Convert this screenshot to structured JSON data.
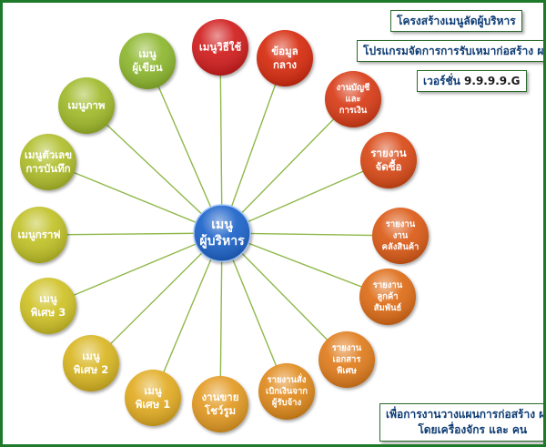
{
  "header": {
    "title": "โครงสร้างเมนูลัดผู้บริหาร",
    "program": "โปรแกรมจัดการการรับเหมาก่อสร้าง ผลิต",
    "version_label": "เวอร์ชั่น",
    "version_number": "9.9.9.9.G"
  },
  "footer": {
    "line1": "เพื่อการงานวางแผนการก่อสร้าง ผลิต",
    "line2": "โดยเครื่องจักร และ คน"
  },
  "hub": {
    "lines": [
      "เมนู",
      "ผู้บริหาร"
    ],
    "color": "#1f63c9"
  },
  "nodes": [
    {
      "id": "menu-how-to",
      "lines": [
        "เมนูวิธีใช้"
      ],
      "color": "#d11c1c"
    },
    {
      "id": "central-data",
      "lines": [
        "ข้อมูล",
        "กลาง"
      ],
      "color": "#d62a10"
    },
    {
      "id": "accounting-finance",
      "lines": [
        "งานบัญชี",
        "และ",
        "การเงิน"
      ],
      "color": "#d83a12"
    },
    {
      "id": "purchase-report",
      "lines": [
        "รายงาน",
        "จัดซื้อ"
      ],
      "color": "#d94a14"
    },
    {
      "id": "inventory-report",
      "lines": [
        "รายงาน",
        "งาน",
        "คลังสินค้า"
      ],
      "color": "#db5a16"
    },
    {
      "id": "customer-report",
      "lines": [
        "รายงาน",
        "ลูกค้า",
        "สัมพันธ์"
      ],
      "color": "#de6c18"
    },
    {
      "id": "special-docs-report",
      "lines": [
        "รายงาน",
        "เอกสาร",
        "พิเศษ"
      ],
      "color": "#e07c1c"
    },
    {
      "id": "contractor-orders",
      "lines": [
        "รายงานสั่ง",
        "เบิกเงินจาก",
        "ผู้รับจ้าง"
      ],
      "color": "#e08a1e"
    },
    {
      "id": "showroom-sales",
      "lines": [
        "งานขาย",
        "โชว์รูม"
      ],
      "color": "#e39a20"
    },
    {
      "id": "special-menu-1",
      "lines": [
        "เมนู",
        "พิเศษ 1"
      ],
      "color": "#e2ac22"
    },
    {
      "id": "special-menu-2",
      "lines": [
        "เมนู",
        "พิเศษ 2"
      ],
      "color": "#d9b624"
    },
    {
      "id": "special-menu-3",
      "lines": [
        "เมนู",
        "พิเศษ 3"
      ],
      "color": "#cfc226"
    },
    {
      "id": "graph-menu",
      "lines": [
        "เมนูกราฟ"
      ],
      "color": "#c0c128"
    },
    {
      "id": "counter-menu",
      "lines": [
        "เมนูตัวเลข",
        "การบันทึก"
      ],
      "color": "#afbe2a"
    },
    {
      "id": "image-menu",
      "lines": [
        "เมนูภาพ"
      ],
      "color": "#9fba2c"
    },
    {
      "id": "author-menu",
      "lines": [
        "เมนู",
        "ผู้เขียน"
      ],
      "color": "#8db72e"
    }
  ]
}
